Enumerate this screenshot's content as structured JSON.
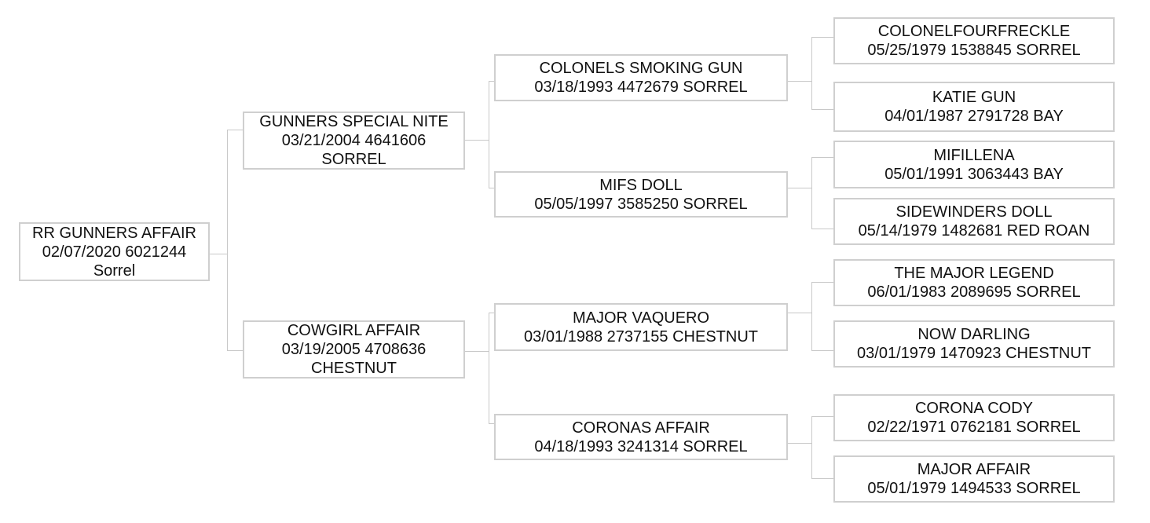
{
  "pedigree": {
    "subject": {
      "line1": "RR GUNNERS AFFAIR",
      "line2": "02/07/2020 6021244",
      "line3": "Sorrel"
    },
    "sire": {
      "line1": "GUNNERS SPECIAL NITE",
      "line2": "03/21/2004 4641606",
      "line3": "SORREL"
    },
    "dam": {
      "line1": "COWGIRL AFFAIR",
      "line2": "03/19/2005 4708636",
      "line3": "CHESTNUT"
    },
    "sire_sire": {
      "line1": "COLONELS SMOKING GUN",
      "line2": "03/18/1993 4472679 SORREL"
    },
    "sire_dam": {
      "line1": "MIFS DOLL",
      "line2": "05/05/1997 3585250 SORREL"
    },
    "dam_sire": {
      "line1": "MAJOR VAQUERO",
      "line2": "03/01/1988 2737155 CHESTNUT"
    },
    "dam_dam": {
      "line1": "CORONAS AFFAIR",
      "line2": "04/18/1993 3241314 SORREL"
    },
    "gg": [
      {
        "line1": "COLONELFOURFRECKLE",
        "line2": "05/25/1979 1538845 SORREL"
      },
      {
        "line1": "KATIE GUN",
        "line2": "04/01/1987 2791728 BAY"
      },
      {
        "line1": "MIFILLENA",
        "line2": "05/01/1991 3063443 BAY"
      },
      {
        "line1": "SIDEWINDERS DOLL",
        "line2": "05/14/1979 1482681 RED ROAN"
      },
      {
        "line1": "THE MAJOR LEGEND",
        "line2": "06/01/1983 2089695 SORREL"
      },
      {
        "line1": "NOW DARLING",
        "line2": "03/01/1979 1470923 CHESTNUT"
      },
      {
        "line1": "CORONA CODY",
        "line2": "02/22/1971 0762181 SORREL"
      },
      {
        "line1": "MAJOR AFFAIR",
        "line2": "05/01/1979 1494533 SORREL"
      }
    ]
  }
}
